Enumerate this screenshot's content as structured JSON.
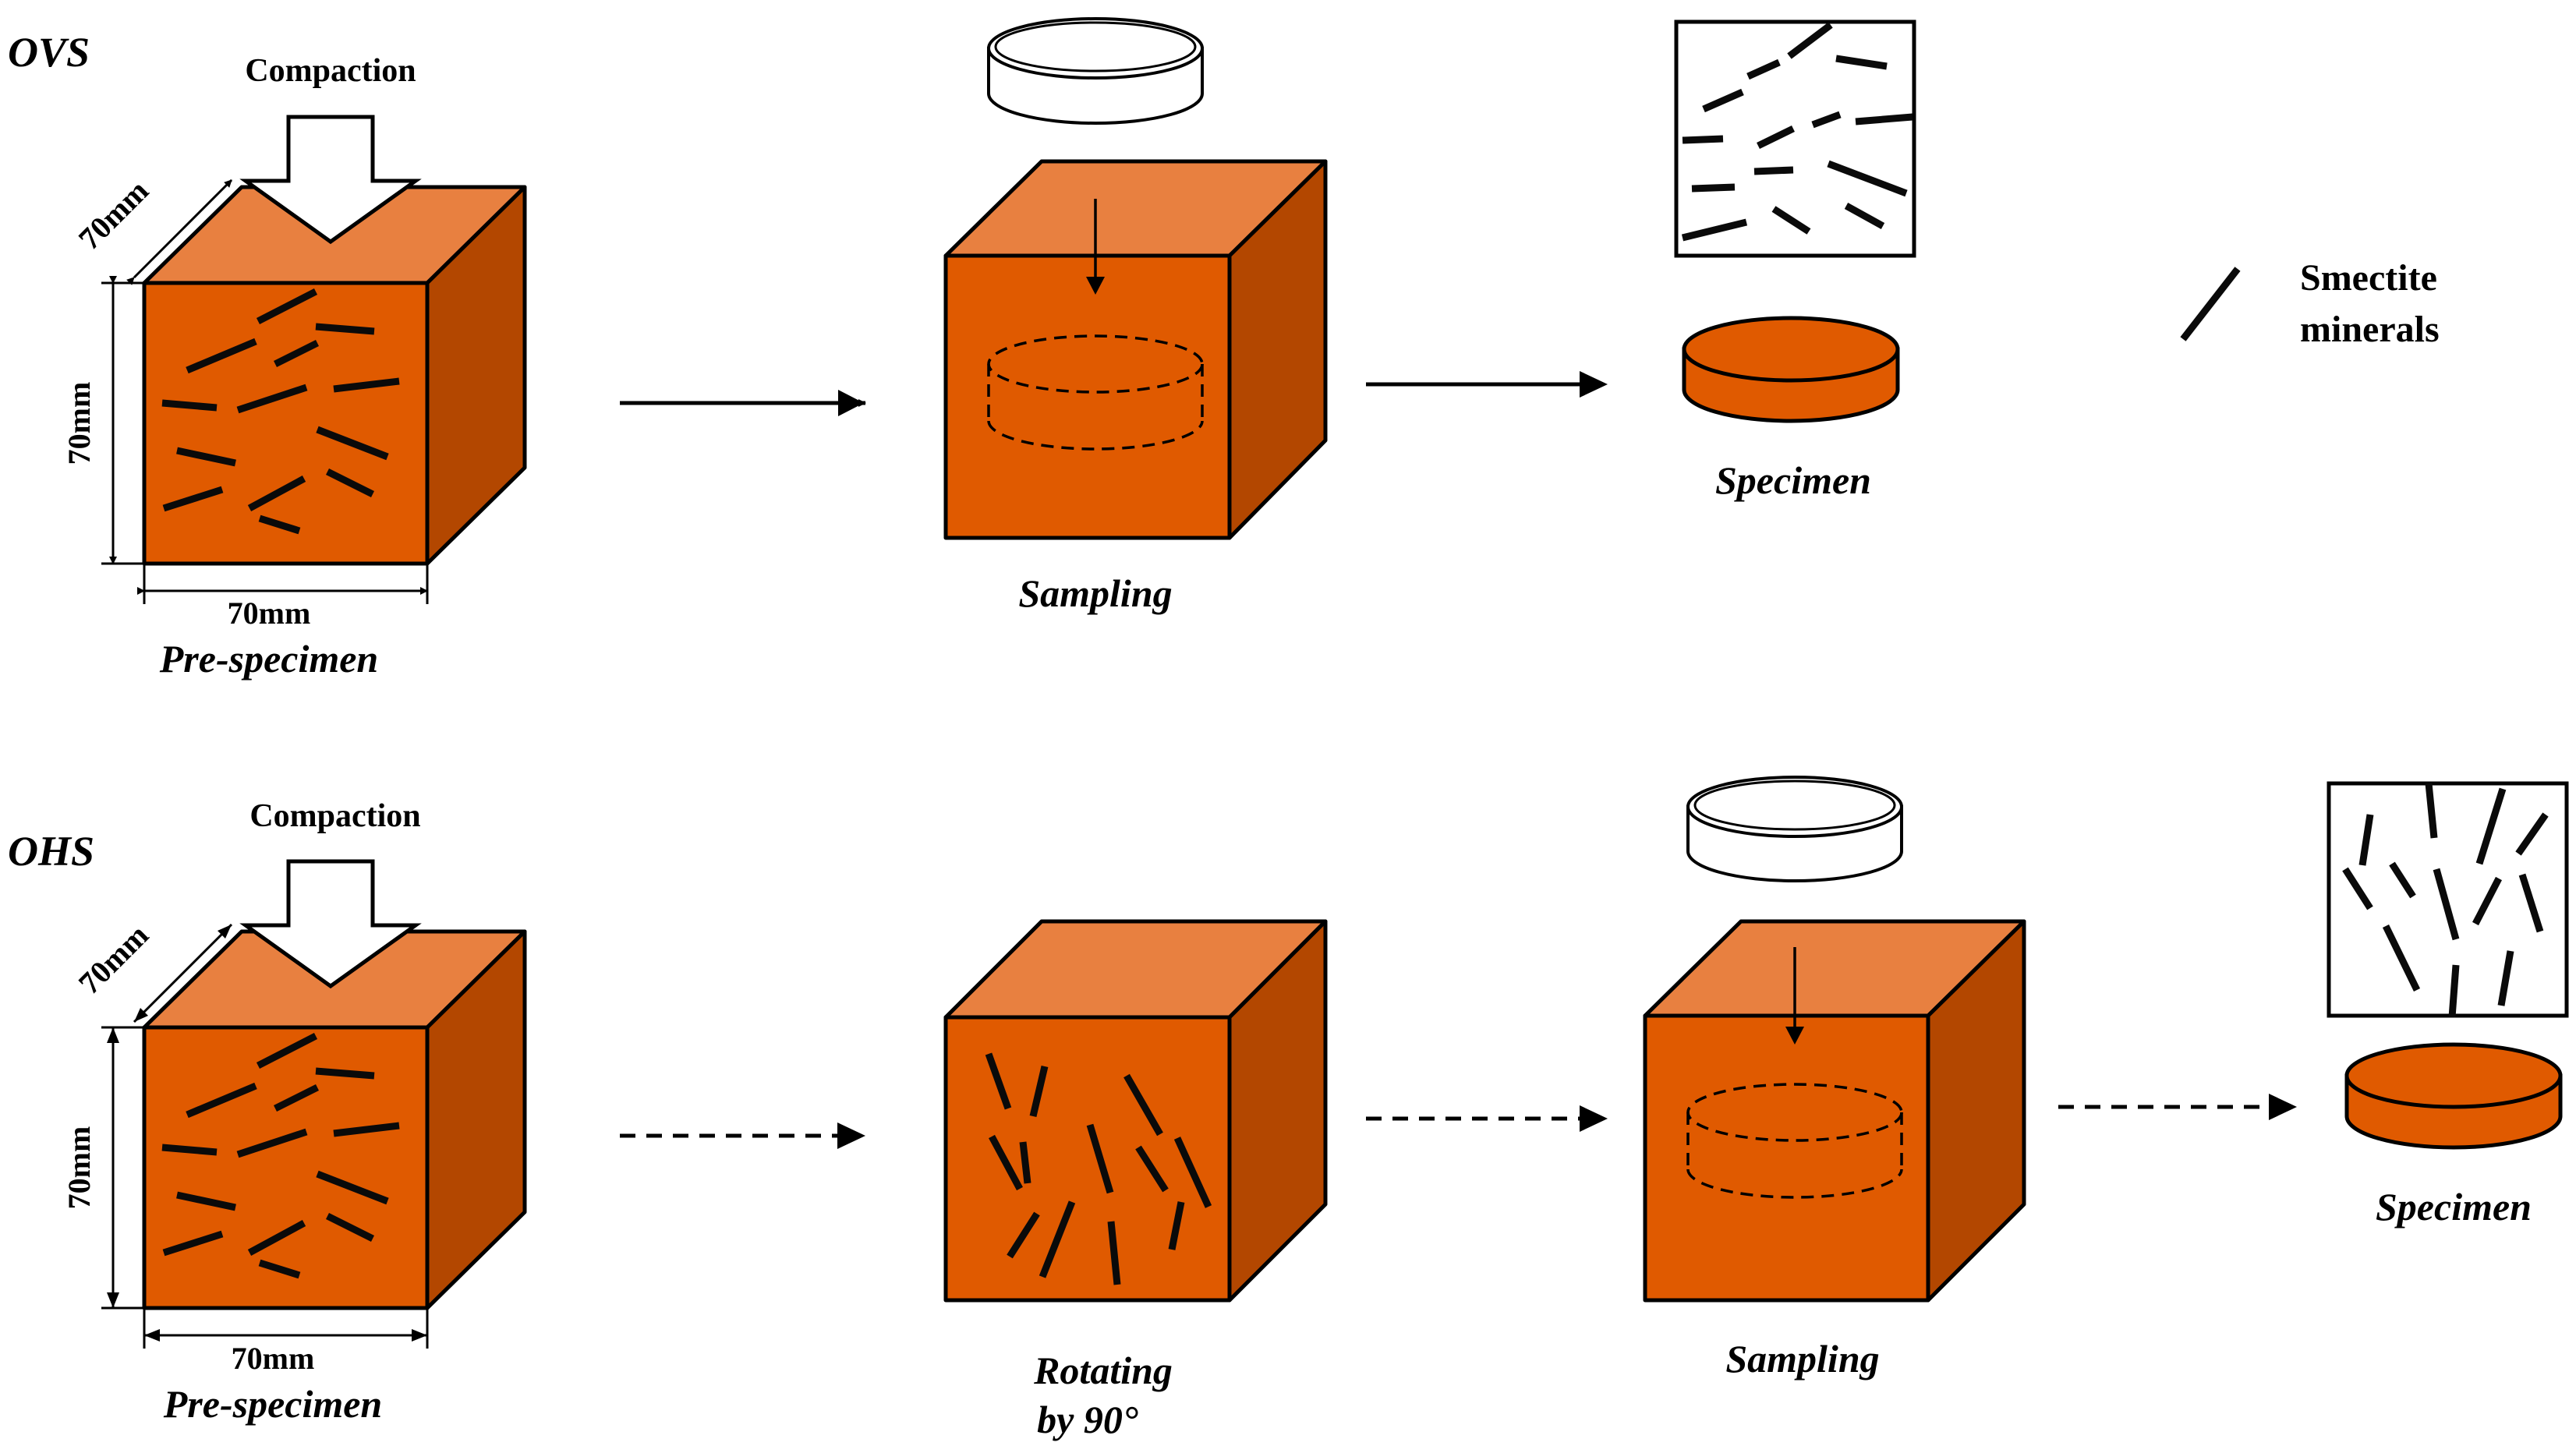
{
  "colors": {
    "front": "#E05A00",
    "top": "#E88040",
    "side": "#B34700",
    "edge": "#000000",
    "background": "#FFFFFF"
  },
  "rows": {
    "ovs": {
      "label": "OVS",
      "compaction": "Compaction",
      "dim_depth": "70mm",
      "dim_height": "70mm",
      "dim_width": "70mm",
      "pre_specimen": "Pre-specimen",
      "sampling": "Sampling",
      "specimen": "Specimen"
    },
    "ohs": {
      "label": "OHS",
      "compaction": "Compaction",
      "dim_depth": "70mm",
      "dim_height": "70mm",
      "dim_width": "70mm",
      "pre_specimen": "Pre-specimen",
      "rotating_line1": "Rotating",
      "rotating_line2": "by 90°",
      "sampling": "Sampling",
      "specimen": "Specimen"
    }
  },
  "legend": {
    "line1": "Smectite",
    "line2": "minerals"
  }
}
